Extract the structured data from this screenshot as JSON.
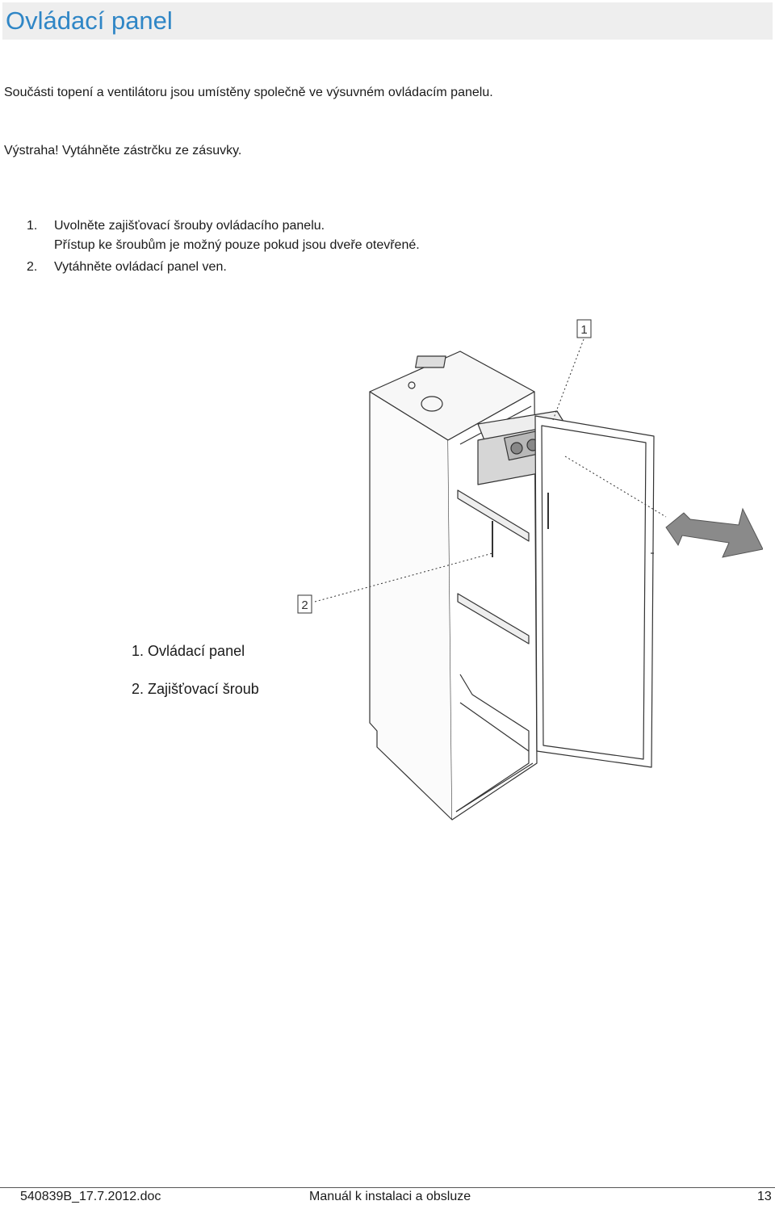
{
  "page": {
    "title": "Ovládací panel",
    "intro": "Součásti topení a ventilátoru jsou umístěny společně  ve výsuvném ovládacím panelu.",
    "warning": "Výstraha! Vytáhněte zástrčku ze zásuvky."
  },
  "steps": [
    {
      "number": "1.",
      "text": "Uvolněte zajišťovací šrouby ovládacího panelu.",
      "note": "Přístup ke šroubům je možný pouze pokud jsou dveře otevřené."
    },
    {
      "number": "2.",
      "text": "Vytáhněte ovládací panel ven."
    }
  ],
  "figure": {
    "callouts": [
      "1",
      "2"
    ],
    "legend": [
      "1. Ovládací panel",
      "2. Zajišťovací šroub"
    ]
  },
  "footer": {
    "doc_id": "540839B_17.7.2012.doc",
    "manual": "Manuál k instalaci a obsluze",
    "page_number": "13"
  },
  "colors": {
    "title": "#2f86c6",
    "title_background": "#eeeeee",
    "arrow": "#8a8a8a"
  }
}
